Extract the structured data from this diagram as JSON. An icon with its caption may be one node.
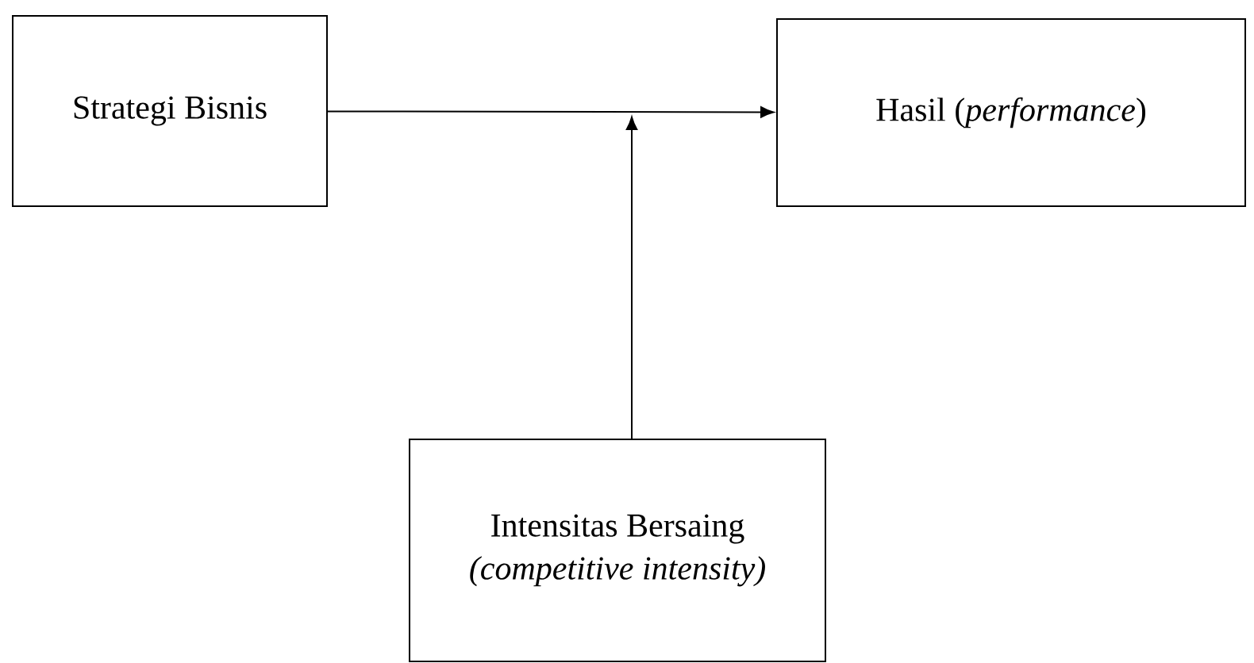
{
  "diagram": {
    "nodes": [
      {
        "text": [
          "Strategi Bisnis"
        ]
      },
      {
        "text": [
          "Hasil (*performance*)"
        ]
      },
      {
        "text": [
          "Intensitas Bersaing",
          "(competitive intensity)"
        ]
      }
    ],
    "edges": [
      {
        "from": 0,
        "to": 1,
        "arrow": "to"
      },
      {
        "from": 2,
        "to": null,
        "arrow": "to"
      }
    ]
  }
}
